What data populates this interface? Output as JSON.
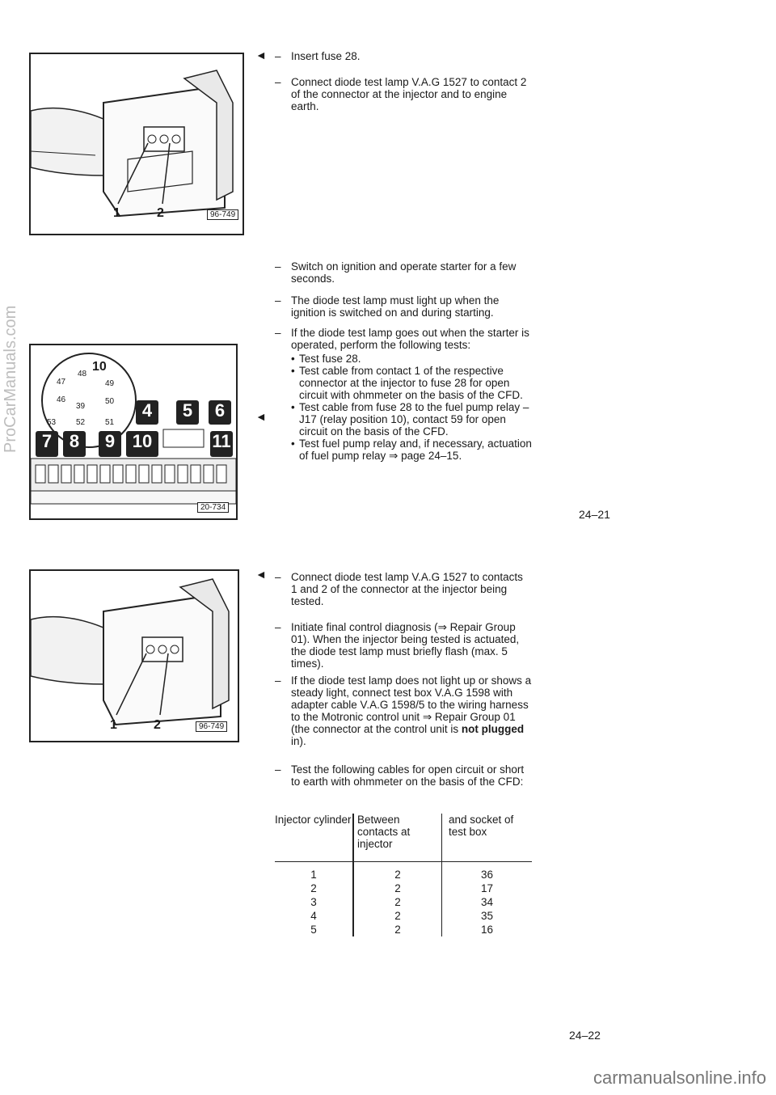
{
  "figures": {
    "fig1": {
      "label1": "1",
      "label2": "2",
      "code": "96-749"
    },
    "fig2": {
      "code": "20-734",
      "relays": [
        "4",
        "5",
        "6",
        "7",
        "8",
        "9",
        "10",
        "11"
      ],
      "contacts": [
        "47",
        "48",
        "10",
        "49",
        "46",
        "39",
        "50",
        "53",
        "52",
        "51"
      ]
    },
    "fig3": {
      "label1": "1",
      "label2": "2",
      "code": "96-749"
    }
  },
  "section1": {
    "step1": "Insert fuse 28.",
    "step2": "Connect diode test lamp V.A.G 1527 to contact 2 of the connector at the injector and to engine earth."
  },
  "section2": {
    "step1": "Switch on ignition and operate starter for a few seconds.",
    "step2": "The diode test lamp must light up when the ignition is switched on and during starting.",
    "step3": "If the diode test lamp goes out when the starter is operated, perform the following tests:",
    "bullets": [
      "Test fuse 28.",
      "Test cable from contact 1 of the respective connector at the injector to fuse 28 for open circuit with ohmmeter on the basis of the CFD.",
      "Test cable from fuse 28 to the fuel pump relay –J17 (relay position 10), contact 59 for open circuit on the basis of the CFD.",
      "Test fuel pump relay and, if necessary, actuation of fuel pump relay ⇒ page 24–15."
    ]
  },
  "page_numbers": {
    "first": "24–21",
    "second": "24–22"
  },
  "section3": {
    "step1": "Connect diode test lamp V.A.G 1527 to contacts 1 and 2 of the connector at the injector being tested.",
    "step2": "Initiate final control diagnosis (⇒ Repair Group 01). When the injector being tested is actuated, the diode test lamp must briefly flash (max. 5 times).",
    "step3_a": "If the diode test lamp does not light up or shows a steady light, connect test box V.A.G 1598 with adapter cable V.A.G 1598/5 to the wiring harness to the Motronic control unit ⇒ Repair Group 01 (the connector at the control unit is ",
    "step3_b": "not plugged",
    "step3_c": " in).",
    "step4": "Test the following cables for open circuit or short to earth with ohmmeter on the basis of the CFD:"
  },
  "table": {
    "headers": [
      "Injector cylinder",
      "Between contacts at injector",
      "and socket of test box"
    ],
    "rows": [
      [
        "1",
        "2",
        "36"
      ],
      [
        "2",
        "2",
        "17"
      ],
      [
        "3",
        "2",
        "34"
      ],
      [
        "4",
        "2",
        "35"
      ],
      [
        "5",
        "2",
        "16"
      ]
    ]
  },
  "side_watermark": "ProCarManuals.com",
  "footer": "carmanualsonline.info"
}
